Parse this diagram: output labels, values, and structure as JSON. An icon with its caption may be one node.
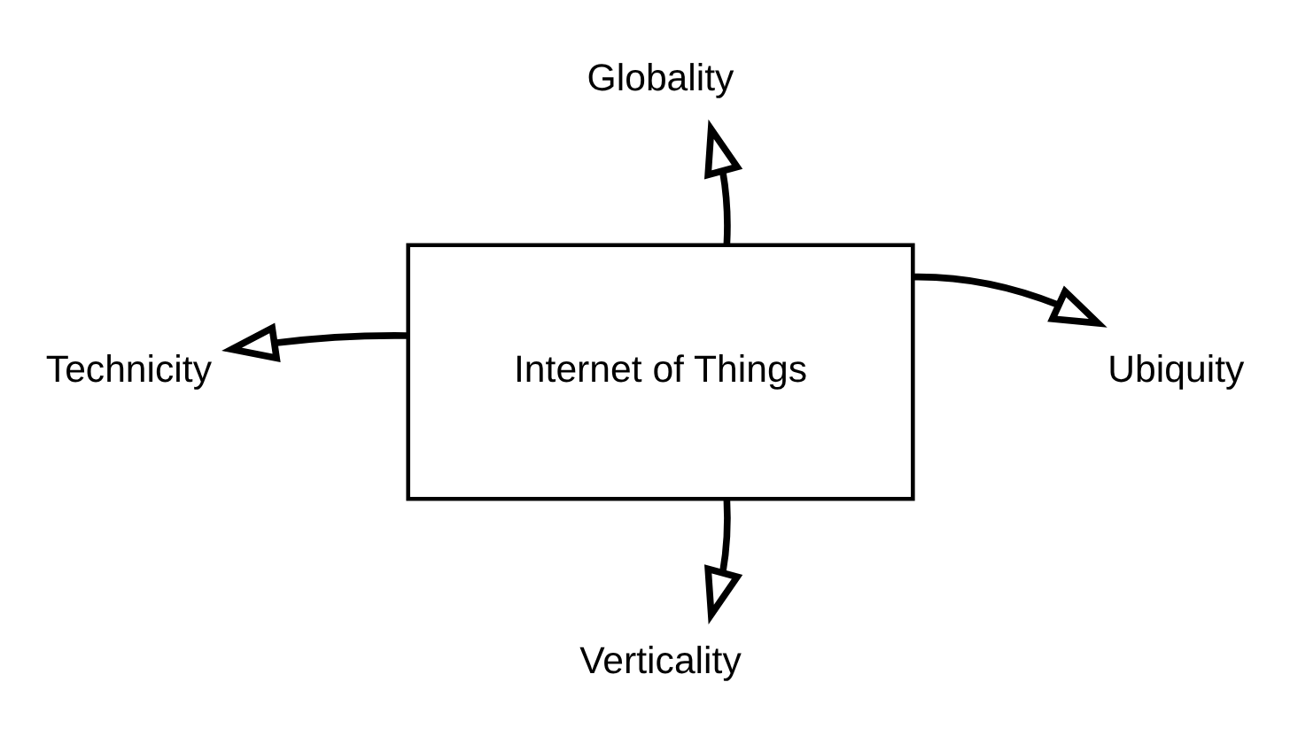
{
  "diagram": {
    "nodes": [
      {
        "text": [
          "Globality"
        ]
      },
      {
        "text": [
          "Technicity"
        ]
      },
      {
        "text": [
          "Internet of Things"
        ]
      },
      {
        "text": [
          "Ubiquity"
        ]
      },
      {
        "text": [
          "Verticality"
        ]
      }
    ],
    "edges": [
      {
        "from": 2,
        "to": 0,
        "arrow": "to"
      },
      {
        "from": 2,
        "to": 1,
        "arrow": "to"
      },
      {
        "from": 2,
        "to": 3,
        "arrow": "to"
      },
      {
        "from": 2,
        "to": 4,
        "arrow": "to"
      }
    ]
  }
}
